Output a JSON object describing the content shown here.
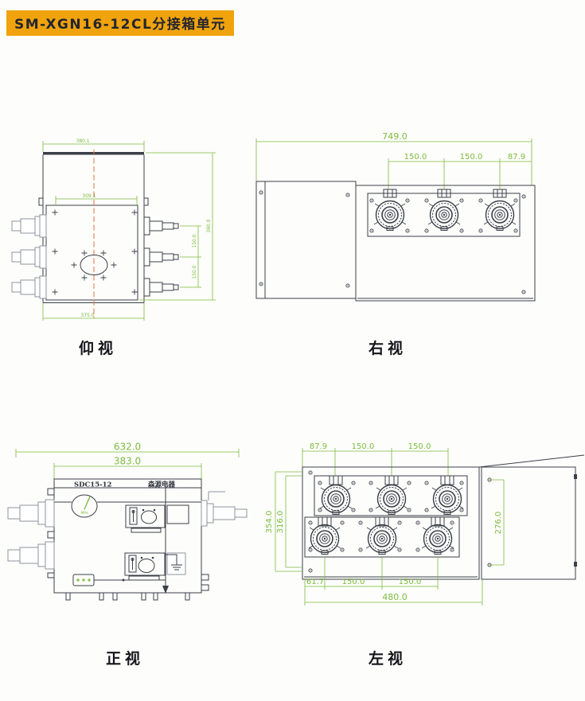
{
  "title": {
    "text": "SM-XGN16-12CL分接箱单元"
  },
  "colors": {
    "title_bg": "#f0a30c",
    "title_fg": "#23252f",
    "dim_green": "#7dbb3f",
    "drawing_line": "#3a3f48",
    "centerline_orange": "#e4713c"
  },
  "views": {
    "bottom": {
      "caption": "仰视",
      "dims": {
        "width_top": "380.1",
        "width_inner": "309.1",
        "width_bottom": "375.0",
        "right_span1": "150.0",
        "right_span2": "150.0",
        "right_overall": "380.0"
      }
    },
    "right": {
      "caption": "右视",
      "dims": {
        "overall": "749.0",
        "pitch1": "150.0",
        "pitch2": "150.0",
        "edge": "87.9"
      }
    },
    "front": {
      "caption": "正视",
      "panel_model": "SDC15-12",
      "panel_brand": "森源电器",
      "gauge_unit": "MPa",
      "dims": {
        "overall": "632.0",
        "body": "383.0"
      }
    },
    "left": {
      "caption": "左视",
      "dims": {
        "top_edge": "87.9",
        "top_pitch1": "150.0",
        "top_pitch2": "150.0",
        "height_outer": "354.0",
        "height_inner": "316.0",
        "panel_height": "276.0",
        "bottom_edge": "61.7",
        "bottom_pitch1": "150.0",
        "bottom_pitch2": "150.0",
        "bottom_overall": "480.0"
      }
    }
  }
}
